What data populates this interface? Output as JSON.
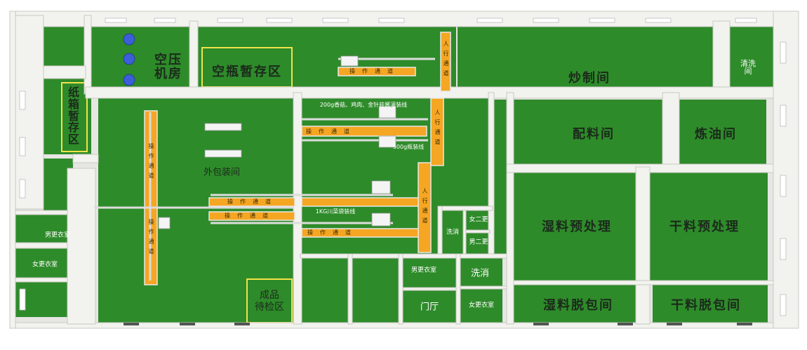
{
  "colors": {
    "floor": "#2e8b2a",
    "floor_dark": "#23761f",
    "wall": "#f2f2ee",
    "wall_shadow": "#c9c9c4",
    "walkway": "#f5a623",
    "walkway_edge": "#e5e5e5",
    "frame": "#e3e3e3"
  },
  "rooms": {
    "compressor_room": "空压\n机房",
    "empty_bottle_storage": "空瓶暂存区",
    "frying_room": "炒制间",
    "cleaning_room": "清洗\n间",
    "carton_storage": "纸\n箱\n暂\n存\n区",
    "outer_packing_room": "外包装间",
    "batching_room": "配料间",
    "oil_refining_room": "炼油间",
    "wet_pretreatment": "湿料预处理",
    "dry_pretreatment": "干料预处理",
    "wet_unpacking": "湿料脱包间",
    "dry_unpacking": "干料脱包间",
    "finished_inspection": "成品\n待检区",
    "men_changing_left": "男更衣室",
    "women_changing_left": "女更衣室",
    "men_changing_bottom": "男更衣室",
    "women_changing_bottom": "女更衣室",
    "wash_disinfect_bottom": "洗消",
    "wash_disinfect_small": "洗消",
    "lobby": "门厅",
    "second_change_women": "女二更",
    "second_change_men": "男二更"
  },
  "lines": {
    "bottle_line_200g": "200g香菇、鸡肉、金针菇酱灌装线",
    "bottle_line_500g": "500g瓶装线",
    "bag_line_1kg": "1KG川菜袋装线"
  },
  "walkways": {
    "operation_channel": "操作通道",
    "pedestrian_channel": "人行通道"
  }
}
